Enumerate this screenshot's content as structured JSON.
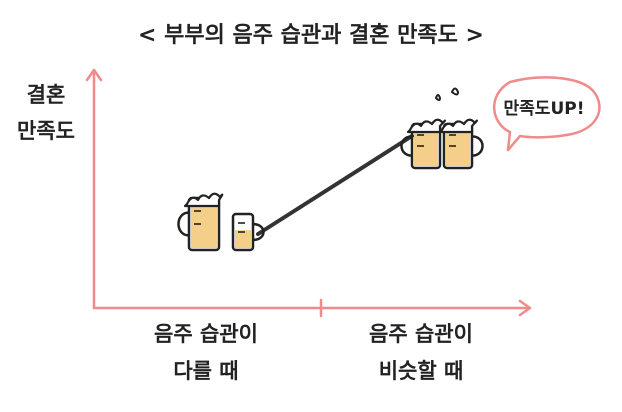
{
  "title": "< 부부의 음주 습관과  결혼 만족도 >",
  "colors": {
    "axis": "#ef8b8b",
    "line": "#333333",
    "beer": "#f3cf8a",
    "glass_outline": "#222222",
    "foam": "#ffffff"
  },
  "chart_data": {
    "type": "line",
    "title": "< 부부의 음주 습관과  결혼 만족도 >",
    "ylabel_lines": [
      "결혼",
      "만족도"
    ],
    "categories": [
      [
        "음주 습관이",
        "다를 때"
      ],
      [
        "음주 습관이",
        "비슷할 때"
      ]
    ],
    "series": [
      {
        "values": [
          1,
          2
        ]
      }
    ],
    "y_scale_shown": false,
    "grid": false,
    "legend": "none",
    "annotation": "만족도UP!",
    "markers": [
      "beer-mug-pair-unequal",
      "beer-mug-pair-cheers"
    ]
  }
}
